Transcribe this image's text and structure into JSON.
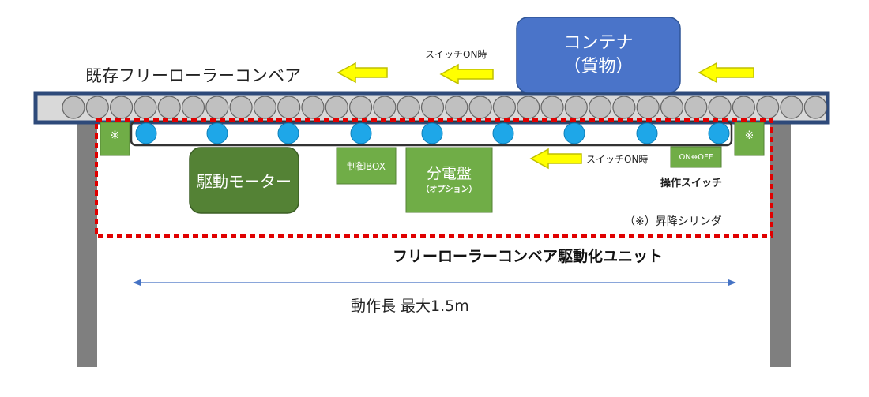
{
  "title": "既存フリーローラーコンベア",
  "container": {
    "line1": "コンテナ",
    "line2": "（貨物）"
  },
  "switch_on_label_top": "スイッチON時",
  "switch_on_label_mid": "スイッチON時",
  "drive_motor": "駆動モーター",
  "control_box": "制御BOX",
  "distribution_panel": {
    "main": "分電盤",
    "sub": "（オプション）"
  },
  "toggle_label": "ON⇔OFF",
  "operation_switch": "操作スイッチ",
  "cylinder_mark": "※",
  "cylinder_note": "（※）昇降シリンダ",
  "unit_title": "フリーローラーコンベア駆動化ユニット",
  "stroke_length": "動作長 最大1.5m",
  "colors": {
    "frame_border": "#2e4a7a",
    "conveyor_fill": "#d9d9d9",
    "roller": "#c0c0c0",
    "drive_roller": "#1ea7e8",
    "container": "#4a74c9",
    "motor": "#548235",
    "green_box": "#70ad47",
    "arrow_fill": "#ffff00",
    "arrow_stroke": "#bfbf00",
    "dashed": "#e00000",
    "leg": "#7f7f7f",
    "dimension": "#4472c4"
  }
}
